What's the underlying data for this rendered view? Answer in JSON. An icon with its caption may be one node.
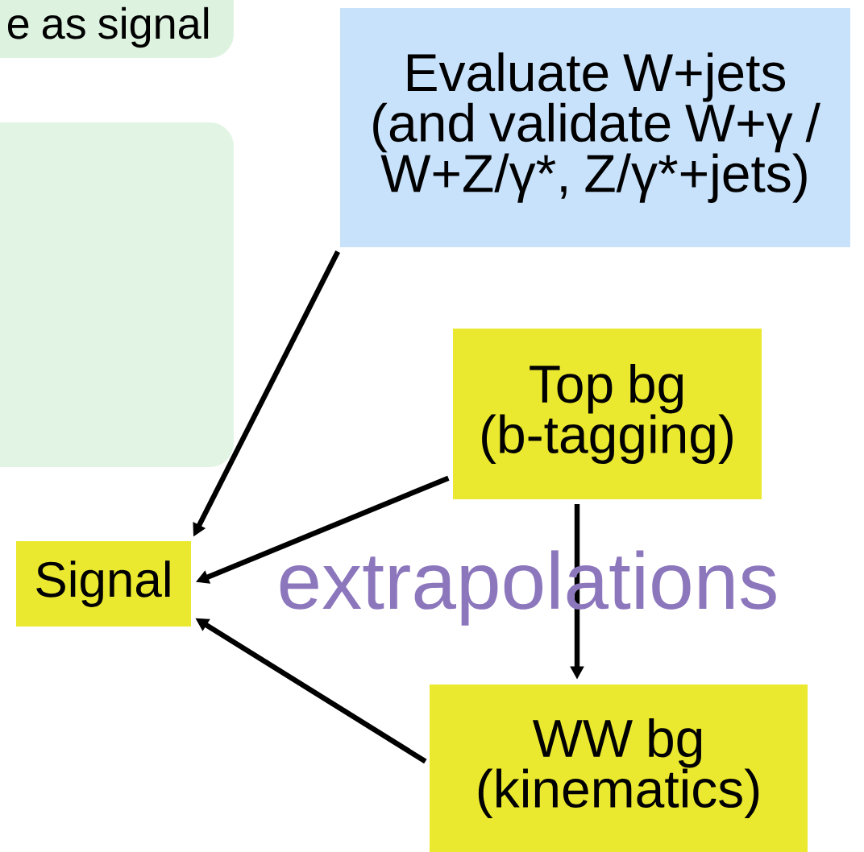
{
  "diagram": {
    "nodes": [
      {
        "text": [
          "e as signal"
        ]
      },
      {
        "text": [],
        "shape": "box"
      },
      {
        "text": [
          "Evaluate W+jets (and validate W+γ / W+Z/γ*, Z/γ*+jets)"
        ]
      },
      {
        "text": [
          "Top bg (b-tagging)"
        ]
      },
      {
        "text": [
          "Signal"
        ]
      },
      {
        "text": [
          "WW bg (kinematics)"
        ]
      }
    ],
    "edges": [
      {
        "from": 2,
        "to": 4,
        "arrow": "to"
      },
      {
        "from": 3,
        "to": 4,
        "arrow": "to"
      },
      {
        "from": 5,
        "to": 4,
        "arrow": "to"
      },
      {
        "from": 3,
        "to": 5,
        "arrow": "to"
      }
    ],
    "labels": [
      "extrapolations"
    ]
  }
}
